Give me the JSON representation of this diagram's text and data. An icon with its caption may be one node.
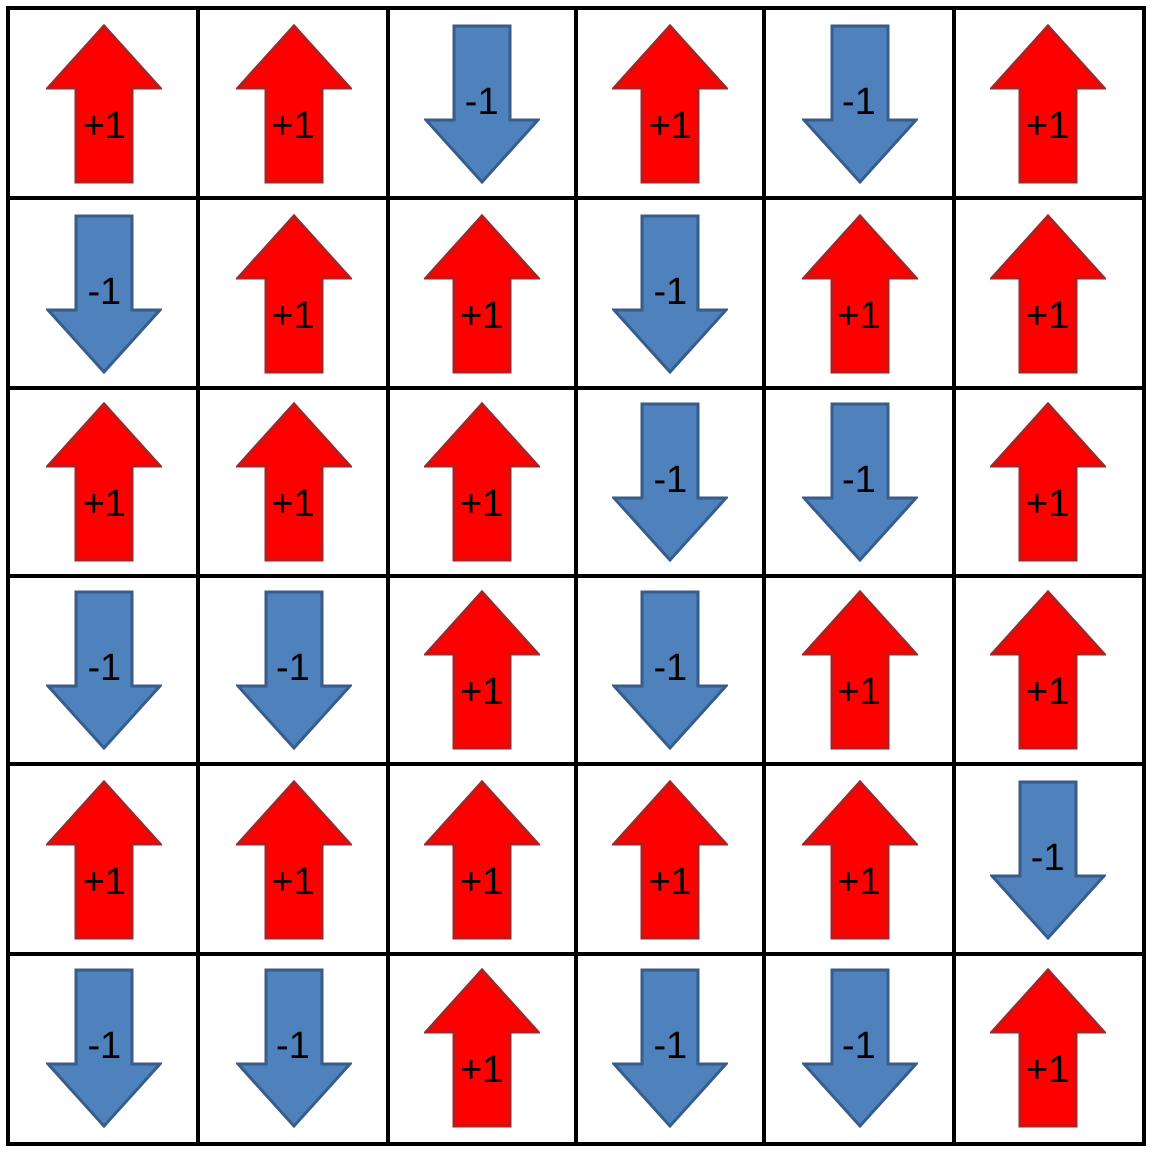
{
  "diagram": {
    "nodes": [
      {
        "text": [
          "+1"
        ]
      },
      {
        "text": [
          "+1"
        ]
      },
      {
        "text": [
          "-1"
        ]
      },
      {
        "text": [
          "+1"
        ]
      },
      {
        "text": [
          "-1"
        ]
      },
      {
        "text": [
          "+1"
        ]
      },
      {
        "text": [
          "-1"
        ]
      },
      {
        "text": [
          "+1"
        ]
      },
      {
        "text": [
          "+1"
        ]
      },
      {
        "text": [
          "-1"
        ]
      },
      {
        "text": [
          "+1"
        ]
      },
      {
        "text": [
          "+1"
        ]
      },
      {
        "text": [
          "+1"
        ]
      },
      {
        "text": [
          "+1"
        ]
      },
      {
        "text": [
          "+1"
        ]
      },
      {
        "text": [
          "-1"
        ]
      },
      {
        "text": [
          "-1"
        ]
      },
      {
        "text": [
          "+1"
        ]
      },
      {
        "text": [
          "-1"
        ]
      },
      {
        "text": [
          "-1"
        ]
      },
      {
        "text": [
          "+1"
        ]
      },
      {
        "text": [
          "-1"
        ]
      },
      {
        "text": [
          "+1"
        ]
      },
      {
        "text": [
          "+1"
        ]
      },
      {
        "text": [
          "+1"
        ]
      },
      {
        "text": [
          "+1"
        ]
      },
      {
        "text": [
          "+1"
        ]
      },
      {
        "text": [
          "+1"
        ]
      },
      {
        "text": [
          "+1"
        ]
      },
      {
        "text": [
          "-1"
        ]
      },
      {
        "text": [
          "-1"
        ]
      },
      {
        "text": [
          "-1"
        ]
      },
      {
        "text": [
          "+1"
        ]
      },
      {
        "text": [
          "-1"
        ]
      },
      {
        "text": [
          "-1"
        ]
      },
      {
        "text": [
          "+1"
        ]
      }
    ]
  }
}
